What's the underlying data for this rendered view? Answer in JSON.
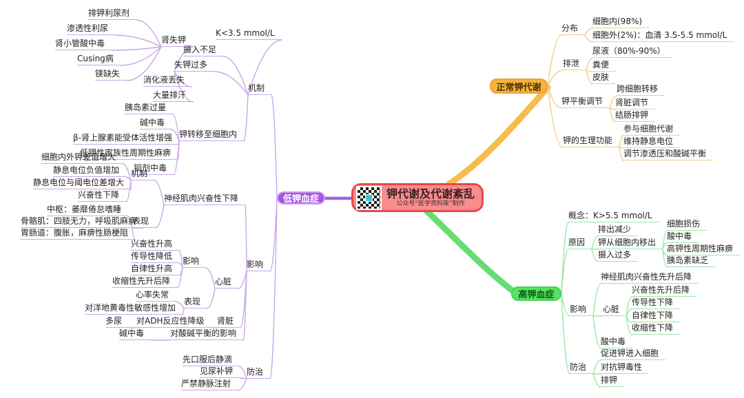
{
  "center": {
    "title": "钾代谢及代谢紊乱",
    "subtitle": "公众号“医学资料库”制作",
    "qr_icon": "qr-code"
  },
  "colors": {
    "center_bg": "#f98c8c",
    "center_border": "#e5484d",
    "hypokalemia_node": "#a356e0",
    "normal_node": "#f7b23c",
    "hyperkalemia_node": "#58e263",
    "purple_line": "#c9a6ec",
    "yellow_line": "#f0cc8a",
    "green_line": "#9ae8a4"
  },
  "hypokalemia": {
    "label": "低钾血症",
    "mechanism": {
      "label": "机制",
      "criterion": "K<3.5 mmol/L",
      "insufficient_intake": "摄入不足",
      "excess_loss": {
        "label": "失钾过多",
        "renal": {
          "label": "肾失钾",
          "items": [
            "排钾利尿剂",
            "渗透性利尿",
            "肾小管酸中毒",
            "Cusing病",
            "镁缺失"
          ]
        },
        "digestive": "消化液丢失",
        "sweat": "大量排汗"
      },
      "shift": {
        "label": "钾转移至细胞内",
        "items": [
          "胰岛素过量",
          "碱中毒",
          "β-肾上腺素能受体活性增强",
          "低钾性家族性周期性麻痹",
          "钡剂中毒"
        ]
      }
    },
    "effects": {
      "label": "影响",
      "neuromuscular": {
        "label": "神经肌肉兴奋性下降",
        "mechanism": {
          "label": "机制",
          "items": [
            "细胞内外钾差值增大",
            "静息电位负值增加",
            "静息电位与阈电位差增大",
            "兴奋性下降"
          ]
        },
        "signs": {
          "label": "表现",
          "items": [
            "中枢：萎靡倦怠嗜睡",
            "骨骼肌：四肢无力，呼吸肌麻痹",
            "胃肠道：腹胀，麻痹性肠梗阻"
          ]
        }
      },
      "heart": {
        "label": "心脏",
        "influence": {
          "label": "影响",
          "items": [
            "兴奋性升高",
            "传导性降低",
            "自律性升高",
            "收缩性先升后降"
          ]
        },
        "signs": {
          "label": "表现",
          "items": [
            "心率失常",
            "对洋地黄毒性敏感性增加"
          ]
        }
      },
      "kidney": {
        "label": "肾脏",
        "adh": "对ADH反应性降级",
        "polyuria": "多尿"
      },
      "acid_base": {
        "label": "对酸碱平衡的影响",
        "alkalosis": "碱中毒"
      }
    },
    "treatment": {
      "label": "防治",
      "items": [
        "先口服后静滴",
        "见尿补钾",
        "严禁静脉注射"
      ]
    }
  },
  "normal": {
    "label": "正常钾代谢",
    "distribution": {
      "label": "分布",
      "items": [
        "细胞内(98%)",
        "细胞外(2%)：血清 3.5-5.5 mmol/L"
      ]
    },
    "excretion": {
      "label": "排泄",
      "items": [
        "尿液（80%-90%）",
        "粪便",
        "皮肤"
      ]
    },
    "balance": {
      "label": "钾平衡调节",
      "items": [
        "跨细胞转移",
        "肾脏调节",
        "结肠排钾"
      ]
    },
    "function": {
      "label": "钾的生理功能",
      "items": [
        "参与细胞代谢",
        "维持静息电位",
        "调节渗透压和酸碱平衡"
      ]
    }
  },
  "hyperkalemia": {
    "label": "高钾血症",
    "concept": "概念：K>5.5 mmol/L",
    "causes": {
      "label": "原因",
      "reduced": "排出减少",
      "shift": {
        "label": "钾从细胞内移出",
        "items": [
          "细胞损伤",
          "酸中毒",
          "高钾性周期性麻痹",
          "胰岛素缺乏"
        ]
      },
      "excess_intake": "摄入过多"
    },
    "effects": {
      "label": "影响",
      "neuromuscular": "神经肌肉兴奋性先升后降",
      "heart": {
        "label": "心脏",
        "items": [
          "兴奋性先升后降",
          "传导性下降",
          "自律性下降",
          "收缩性下降"
        ]
      },
      "acidosis": "酸中毒"
    },
    "treatment": {
      "label": "防治",
      "items": [
        "促进钾进入细胞",
        "对抗钾毒性",
        "排钾"
      ]
    }
  }
}
